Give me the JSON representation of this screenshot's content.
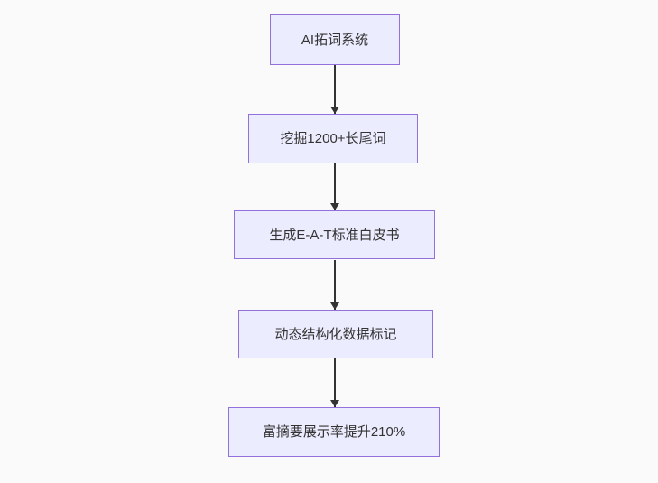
{
  "diagram": {
    "type": "flowchart",
    "direction": "top-down",
    "nodes": [
      {
        "id": "n1",
        "label": "AI拓词系统"
      },
      {
        "id": "n2",
        "label": "挖掘1200+长尾词"
      },
      {
        "id": "n3",
        "label": "生成E-A-T标准白皮书"
      },
      {
        "id": "n4",
        "label": "动态结构化数据标记"
      },
      {
        "id": "n5",
        "label": "富摘要展示率提升210%"
      }
    ],
    "edges": [
      {
        "from": "n1",
        "to": "n2",
        "arrow": "down"
      },
      {
        "from": "n2",
        "to": "n3",
        "arrow": "down"
      },
      {
        "from": "n3",
        "to": "n4",
        "arrow": "down"
      },
      {
        "from": "n4",
        "to": "n5",
        "arrow": "down"
      }
    ],
    "colors": {
      "node_fill": "#ECECFF",
      "node_border": "#9370DB",
      "arrow": "#333333",
      "text": "#333333",
      "background": "#fafafa"
    }
  }
}
